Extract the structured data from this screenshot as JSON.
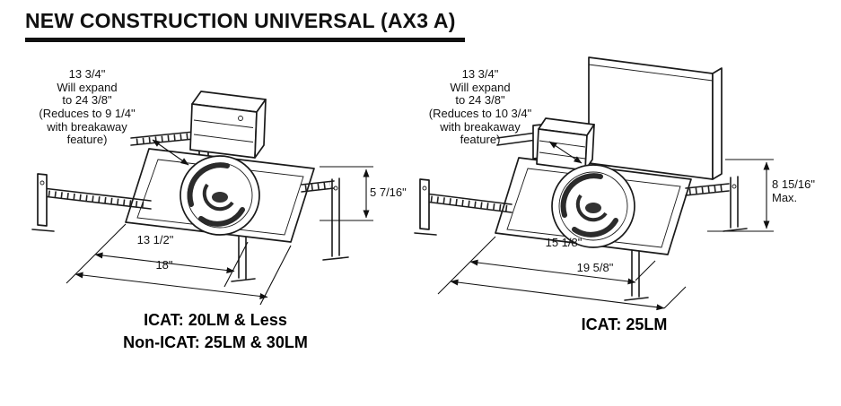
{
  "title": "NEW CONSTRUCTION UNIVERSAL (AX3 A)",
  "colors": {
    "ink": "#111111"
  },
  "left": {
    "note": "13 3/4\"\nWill expand\nto 24 3/8\"\n(Reduces to 9 1/4\"\nwith breakaway\nfeature)",
    "height_dim": "5 7/16\"",
    "dim_inner": "13 1/2\"",
    "dim_outer": "18\"",
    "caption1": "ICAT: 20LM & Less",
    "caption2": "Non-ICAT: 25LM & 30LM"
  },
  "right": {
    "note": "13 3/4\"\nWill expand\nto 24 3/8\"\n(Reduces to 10 3/4\"\nwith breakaway\nfeature)",
    "height_dim": "8 15/16\"",
    "height_dim_suffix": "Max.",
    "dim_inner": "15 1/8\"",
    "dim_outer": "19 5/8\"",
    "caption1": "ICAT: 25LM"
  }
}
